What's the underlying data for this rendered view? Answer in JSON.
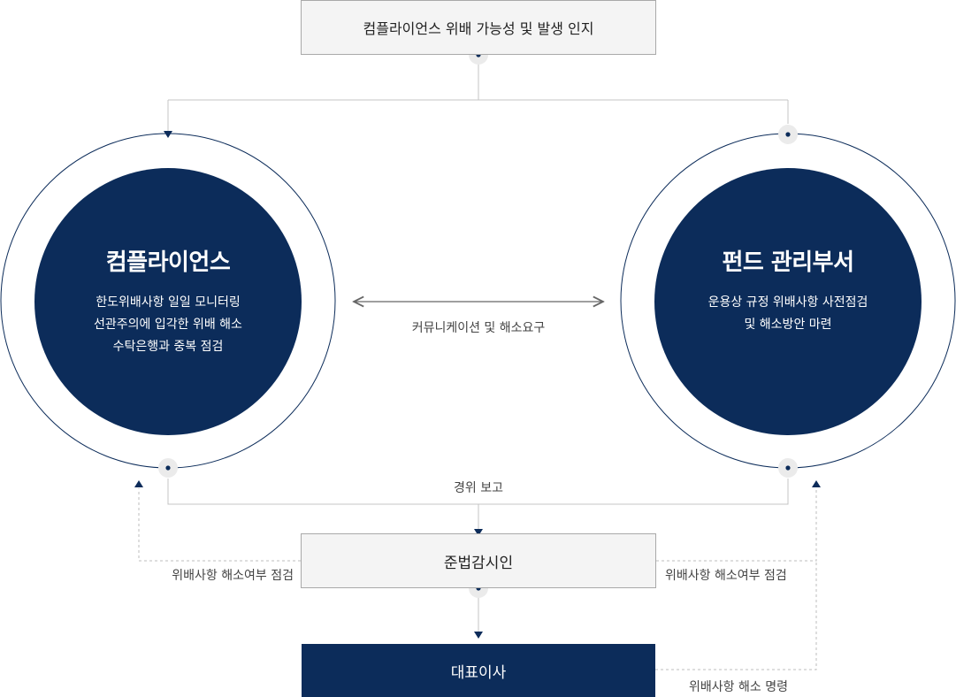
{
  "top_box": {
    "label": "컴플라이언스 위배 가능성 및 발생 인지"
  },
  "left_circle": {
    "title": "컴플라이언스",
    "lines": [
      "한도위배사항 일일 모니터링",
      "선관주의에 입각한 위배 해소",
      "수탁은행과 중복 점검"
    ]
  },
  "right_circle": {
    "title": "펀드 관리부서",
    "lines": [
      "운용상 규정 위배사항 사전점검",
      "및 해소방안 마련"
    ]
  },
  "communication_label": "커뮤니케이션 및 해소요구",
  "report_label": "경위 보고",
  "middle_box": {
    "label": "준법감시인"
  },
  "left_check_label": "위배사항 해소여부 점검",
  "right_check_label": "위배사항 해소여부 점검",
  "ceo_box": {
    "label": "대표이사"
  },
  "order_label": "위배사항 해소 명령",
  "colors": {
    "navy": "#0c2c5a",
    "box_fill": "#f4f4f4",
    "box_border": "#a9a9a9",
    "connector": "#c4c4c4",
    "dot_bg": "#ebebeb"
  }
}
